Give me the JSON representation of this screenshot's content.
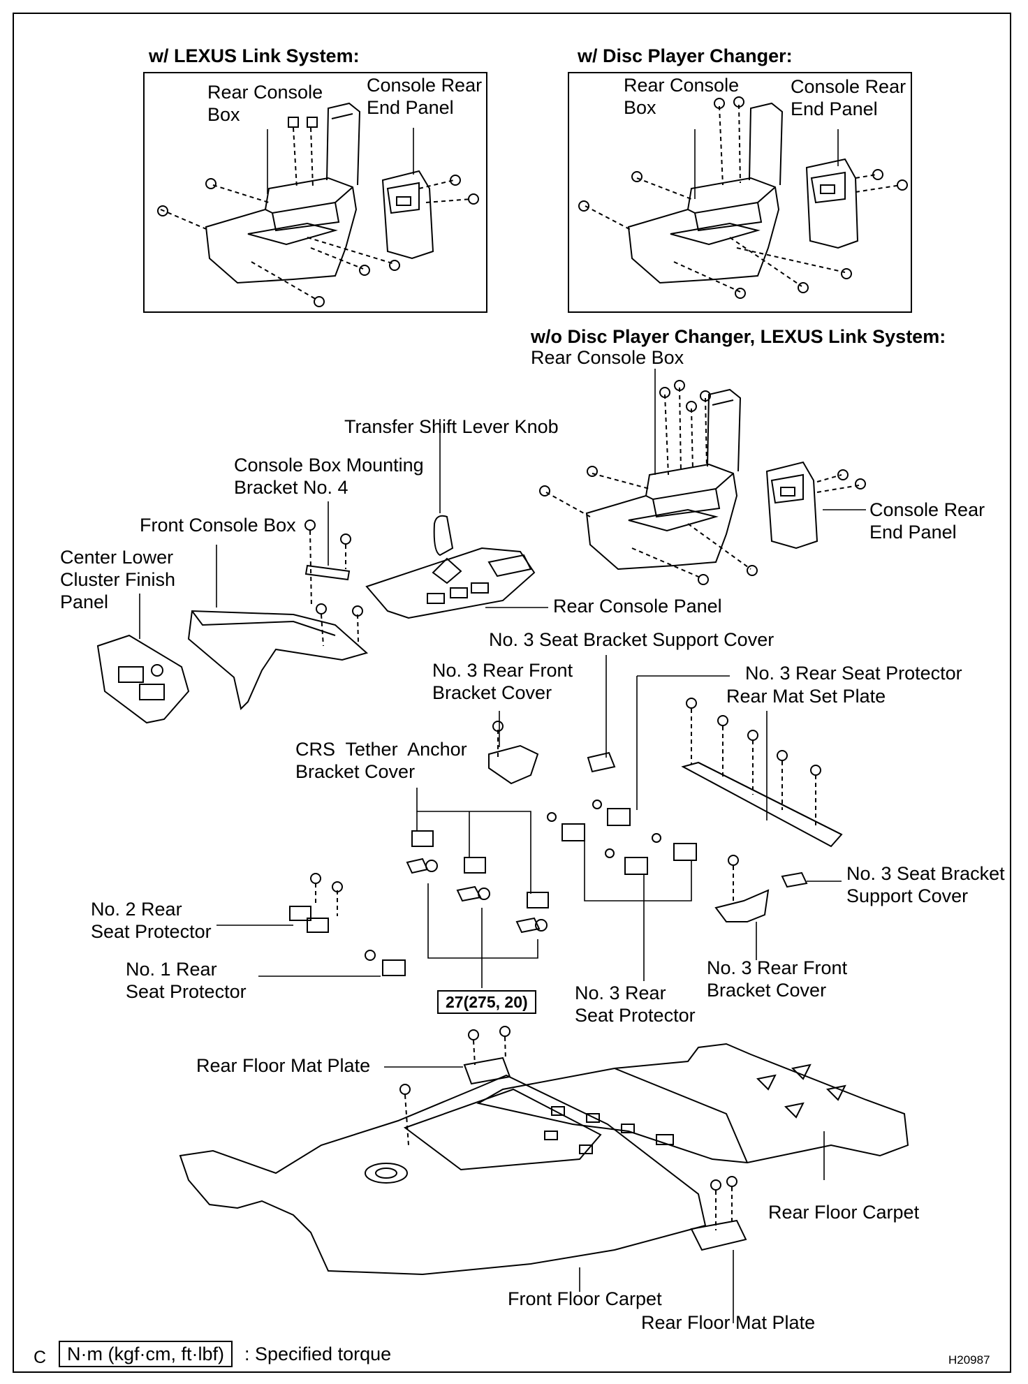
{
  "headings": {
    "lexus_link": "w/ LEXUS Link System:",
    "disc_changer": "w/ Disc Player Changer:",
    "without": "w/o Disc Player Changer, LEXUS Link System:"
  },
  "labels": {
    "ll_rear_console_box": "Rear Console\nBox",
    "ll_console_rear_end_panel": "Console Rear\nEnd Panel",
    "dc_rear_console_box": "Rear Console\nBox",
    "dc_console_rear_end_panel": "Console Rear\nEnd Panel",
    "rear_console_box": "Rear Console Box",
    "transfer_shift_lever_knob": "Transfer Shift Lever Knob",
    "console_box_mounting_bracket": "Console Box Mounting\nBracket No. 4",
    "front_console_box": "Front Console Box",
    "center_lower_cluster": "Center Lower\nCluster Finish\nPanel",
    "console_rear_end_panel": "Console Rear\nEnd Panel",
    "rear_console_panel": "Rear Console Panel",
    "no3_seat_bracket_support_cover_top": "No. 3 Seat Bracket Support Cover",
    "no3_rear_front_bracket_cover_left": "No. 3 Rear Front\nBracket Cover",
    "no3_rear_seat_protector_top": "No. 3 Rear Seat Protector",
    "rear_mat_set_plate": "Rear Mat Set Plate",
    "crs_tether": "CRS  Tether  Anchor\nBracket Cover",
    "no3_seat_bracket_support_cover_right": "No. 3 Seat Bracket\nSupport Cover",
    "no2_rear_seat_protector": "No. 2 Rear\nSeat Protector",
    "no1_rear_seat_protector": "No. 1 Rear\nSeat Protector",
    "no3_rear_front_bracket_cover_right": "No. 3 Rear Front\nBracket Cover",
    "no3_rear_seat_protector_bottom": "No. 3 Rear\nSeat Protector",
    "rear_floor_mat_plate_left": "Rear Floor Mat Plate",
    "rear_floor_carpet": "Rear Floor Carpet",
    "front_floor_carpet": "Front Floor Carpet",
    "rear_floor_mat_plate_bottom": "Rear Floor Mat Plate"
  },
  "torque": {
    "value": "27(275, 20)",
    "legend_box": "N·m (kgf·cm, ft·lbf)",
    "legend_text": ": Specified torque"
  },
  "footer": {
    "corner_letter": "C",
    "figure_code": "H20987"
  }
}
